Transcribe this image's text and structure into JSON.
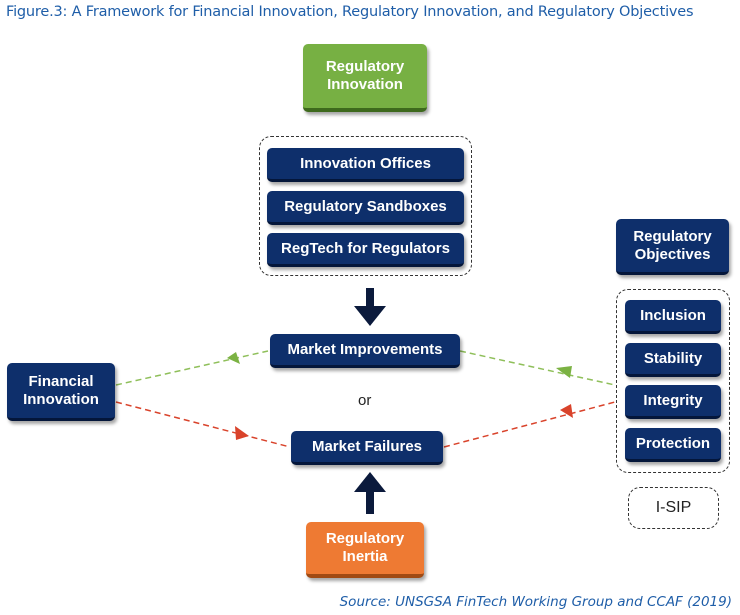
{
  "title": "Figure.3: A Framework for Financial Innovation, Regulatory Innovation, and Regulatory Objectives",
  "source": "Source: UNSGSA FinTech Working Group and CCAF (2019)",
  "regulatory_innovation": {
    "label": "Regulatory Innovation",
    "tools": [
      "Innovation Offices",
      "Regulatory Sandboxes",
      "RegTech for Regulators"
    ]
  },
  "market_improvements": "Market Improvements",
  "or_label": "or",
  "market_failures": "Market Failures",
  "regulatory_inertia": "Regulatory Inertia",
  "financial_innovation": "Financial Innovation",
  "regulatory_objectives": {
    "label": "Regulatory Objectives",
    "items": [
      "Inclusion",
      "Stability",
      "Integrity",
      "Protection"
    ]
  },
  "isip": "I-SIP",
  "colors": {
    "navy": "#0e2f6b",
    "green": "#77b043",
    "orange": "#ee7a33",
    "title_blue": "#1f5ea8",
    "arrow_green": "#8fbf5a",
    "arrow_red": "#d9432b"
  }
}
